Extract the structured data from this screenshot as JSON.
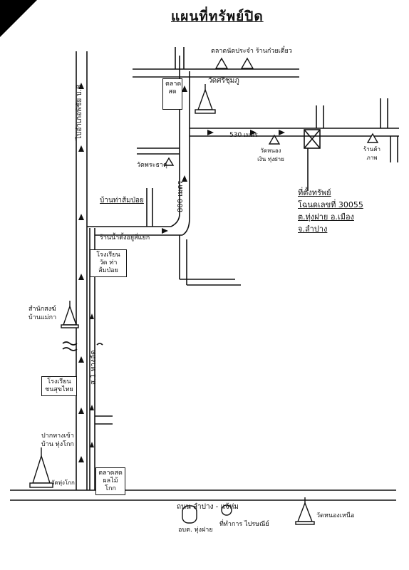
{
  "title": "แผนที่ทรัพย์ปิด",
  "roads": {
    "main_vertical": "ไปอำเภอพิชัย บ.8",
    "bottom_road": "ถนน ลำปาง - แจ้ห่ม",
    "side_road": "ส.1 ทางลัด",
    "distance_top": "530 เมตร",
    "distance_vertical": "800 เมตร"
  },
  "places": {
    "market": "ตลาด สด",
    "temple_top": "วัดศรีชุมภู",
    "shop_top": "ตลาดนัดประจำ  ร้านก๋วยเตี๋ยว",
    "shrine": "วัดพระธาตุ",
    "village": "บ้านท่าส้มป่อย",
    "junction": "ร้านน้ำตั้งอยู่สี่แยก",
    "school": "โรงเรียนวัด ท่าส้มป่อย",
    "monastery": "สำนักสงฆ์ บ้านแม่กา",
    "school2": "โรงเรียน ชนสุขไทย",
    "water_tower": "ปากทางเข้าบ้าน ทุ่งโกก",
    "temple_bottom_left": "วัดทุ่งโกก",
    "market_bottom": "ตลาดสด ผลไม้โกก",
    "health": "อบต. ทุ่งฝาย",
    "post": "ที่ทำการ ไปรษณีย์",
    "temple_bottom_right": "วัดหนองเหนือ",
    "temple_mid": "วัดหนองเงิน ทุ่งฝาย",
    "temple_right": "ร้านค้า ภาพ"
  },
  "destination": {
    "line1": "ที่ตั้งทรัพย์",
    "line2": "โฉนดเลขที่ 30055",
    "line3": "ต.ทุ่งฝาย อ.เมือง",
    "line4": "จ.ลำปาง"
  }
}
